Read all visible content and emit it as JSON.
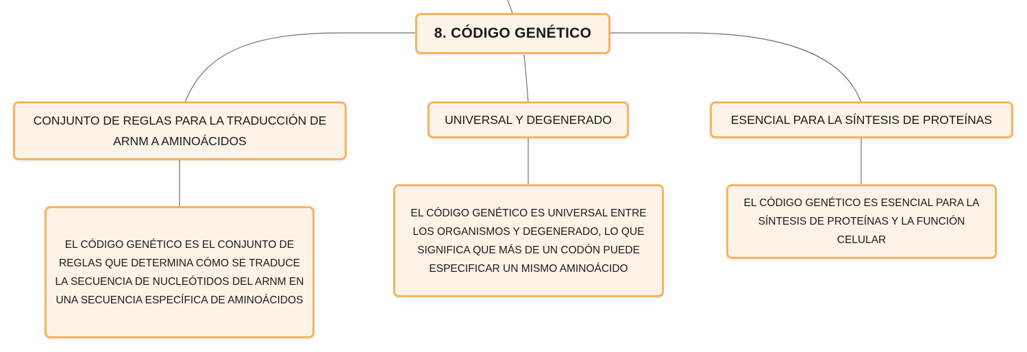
{
  "root": {
    "label": "8. CÓDIGO GENÉTICO"
  },
  "topics": [
    {
      "label": "CONJUNTO DE REGLAS PARA LA TRADUCCIÓN DE ARNM A AMINOÁCIDOS",
      "detail": "EL CÓDIGO GENÉTICO ES EL CONJUNTO DE REGLAS QUE DETERMINA CÓMO SE TRADUCE LA SECUENCIA DE NUCLEÓTIDOS DEL ARNM EN UNA SECUENCIA ESPECÍFICA DE AMINOÁCIDOS"
    },
    {
      "label": "UNIVERSAL Y DEGENERADO",
      "detail": "EL CÓDIGO GENÉTICO ES UNIVERSAL ENTRE LOS ORGANISMOS Y DEGENERADO, LO QUE SIGNIFICA QUE MÁS DE UN CODÓN PUEDE ESPECIFICAR UN MISMO AMINOÁCIDO"
    },
    {
      "label": "ESENCIAL PARA LA SÍNTESIS DE PROTEÍNAS",
      "detail": "EL CÓDIGO GENÉTICO ES ESENCIAL PARA LA SÍNTESIS DE PROTEÍNAS Y LA FUNCIÓN CELULAR"
    }
  ],
  "colors": {
    "node_fill": "#fdf3e7",
    "node_border": "#f4b45f",
    "connector": "#6f6f6f",
    "text": "#1a1a1a"
  }
}
